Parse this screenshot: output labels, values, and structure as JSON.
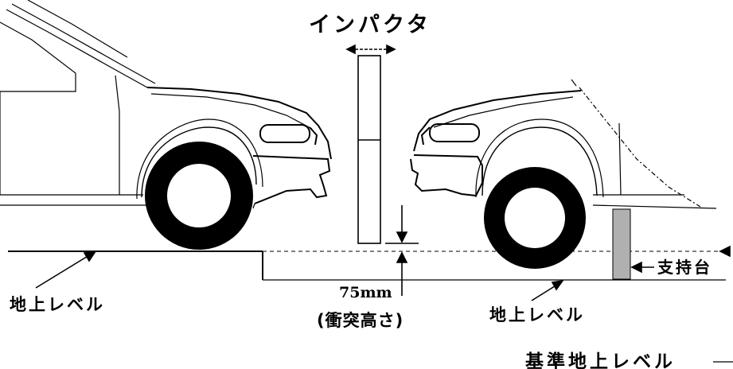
{
  "labels": {
    "impactor": "インパクタ",
    "ground_left": "地上レベル",
    "ground_right": "地上レベル",
    "height_value": "75mm",
    "height_caption": "(衝突高さ)",
    "support": "支持台",
    "reference_ground": "基準地上レベル"
  },
  "colors": {
    "ink": "#000000",
    "support_fill": "#b0b0b0",
    "tire": "#000000",
    "background": "#ffffff"
  }
}
